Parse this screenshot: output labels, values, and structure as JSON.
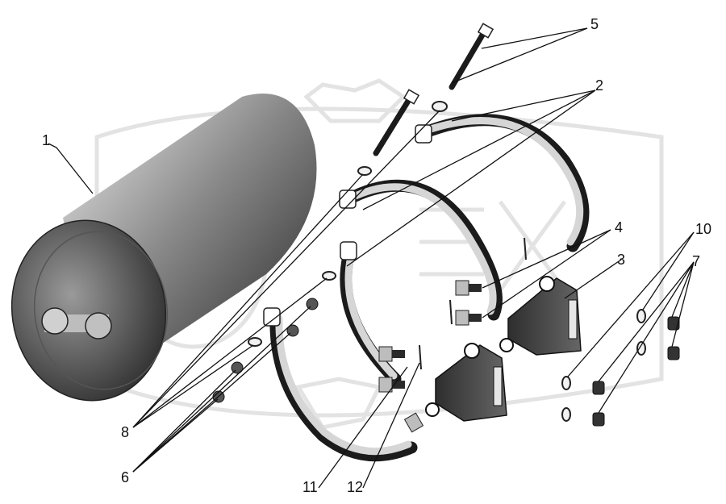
{
  "figure": {
    "callouts": [
      {
        "id": "1",
        "label": "1"
      },
      {
        "id": "2",
        "label": "2"
      },
      {
        "id": "3",
        "label": "3"
      },
      {
        "id": "4",
        "label": "4"
      },
      {
        "id": "5",
        "label": "5"
      },
      {
        "id": "6",
        "label": "6"
      },
      {
        "id": "7",
        "label": "7"
      },
      {
        "id": "8",
        "label": "8"
      },
      {
        "id": "10",
        "label": "10"
      },
      {
        "id": "11",
        "label": "11"
      },
      {
        "id": "12",
        "label": "12"
      }
    ]
  },
  "colors": {
    "line": "#111111",
    "watermark": "#e3e3e3",
    "metal_dark": "#1b1b1b",
    "metal_light": "#d6d6d6"
  }
}
